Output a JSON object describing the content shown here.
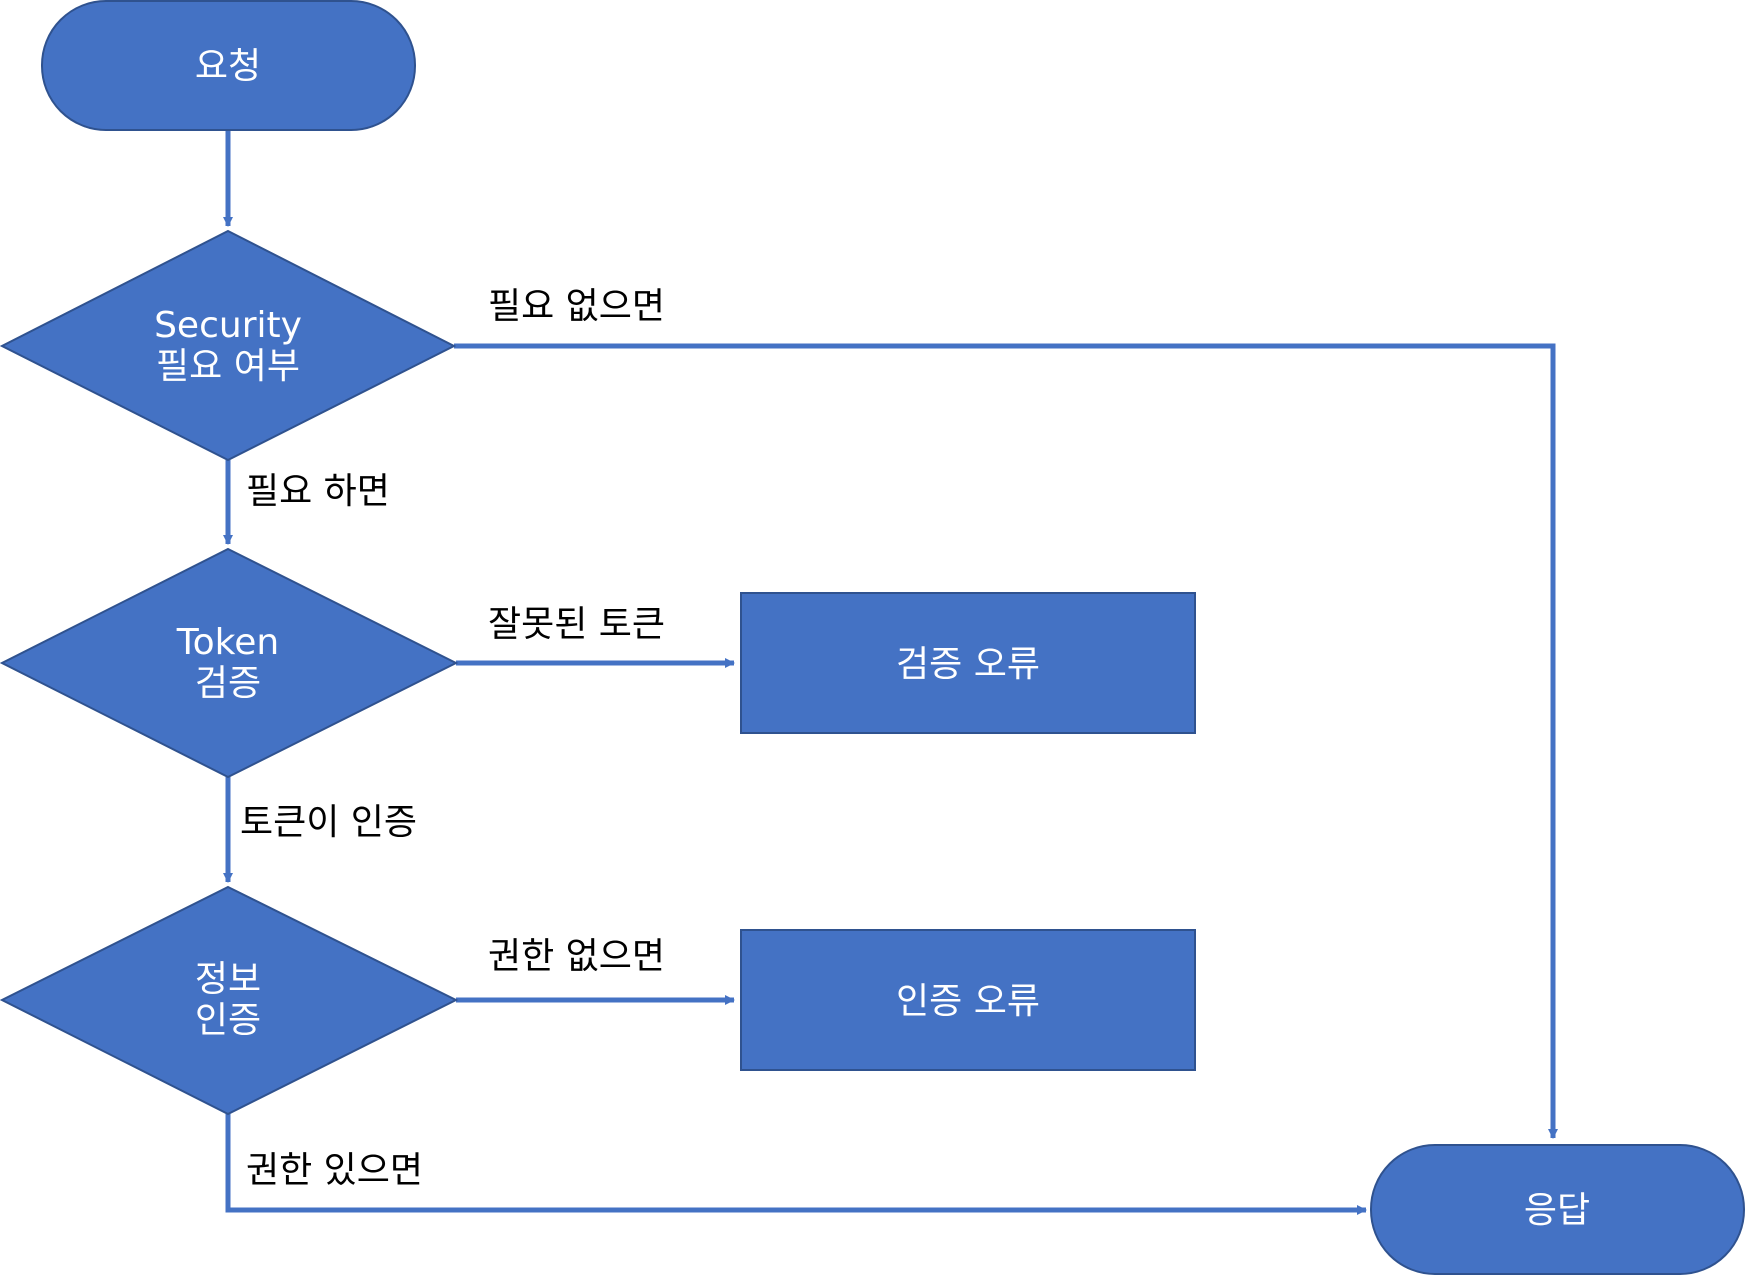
{
  "colors": {
    "node_fill": "#4472C4",
    "node_stroke": "#2F528F",
    "edge": "#4472C4",
    "edge_label": "#000000",
    "node_text": "#FFFFFF"
  },
  "nodes": {
    "request": {
      "label": "요청"
    },
    "security_check": {
      "line1": "Security",
      "line2": "필요 여부"
    },
    "token_check": {
      "line1": "Token",
      "line2": "검증"
    },
    "info_auth": {
      "line1": "정보",
      "line2": "인증"
    },
    "validation_error": {
      "label": "검증 오류"
    },
    "auth_error": {
      "label": "인증 오류"
    },
    "response": {
      "label": "응답"
    }
  },
  "edges": {
    "not_needed": "필요 없으면",
    "needed": "필요 하면",
    "invalid_token": "잘못된 토큰",
    "token_authenticated": "토큰이 인증",
    "no_permission": "권한 없으면",
    "has_permission": "권한 있으면"
  }
}
